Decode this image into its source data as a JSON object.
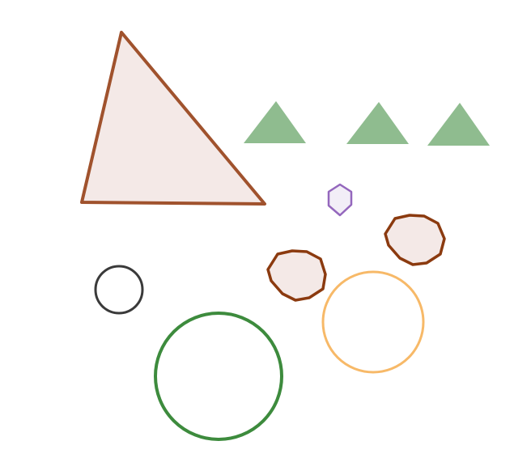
{
  "colors": {
    "background": "#ffffff",
    "triangle_fill": "#f4e9e7",
    "triangle_stroke": "#a0522d",
    "small_triangle_fill": "#8fbc8f",
    "hexagon_fill": "#f2eef7",
    "hexagon_stroke": "#9467bd",
    "octagon_fill": "#f4e9e7",
    "octagon_stroke": "#8b3a0f",
    "gray_circle_stroke": "#3a3a3a",
    "orange_circle_stroke": "#f7b968",
    "green_circle_stroke": "#3d8b3d"
  },
  "shapes": [
    {
      "name": "large-triangle",
      "kind": "triangle",
      "style": "outlined-filled",
      "color": "sienna"
    },
    {
      "name": "small-triangle-1",
      "kind": "triangle",
      "style": "solid",
      "color": "sea-green"
    },
    {
      "name": "small-triangle-2",
      "kind": "triangle",
      "style": "solid",
      "color": "sea-green"
    },
    {
      "name": "small-triangle-3",
      "kind": "triangle",
      "style": "solid",
      "color": "sea-green"
    },
    {
      "name": "hexagon",
      "kind": "hexagon",
      "style": "outlined-filled",
      "color": "purple"
    },
    {
      "name": "octagon-1",
      "kind": "octagon",
      "style": "outlined-filled",
      "color": "brown"
    },
    {
      "name": "octagon-2",
      "kind": "octagon",
      "style": "outlined-filled",
      "color": "brown"
    },
    {
      "name": "gray-circle",
      "kind": "circle",
      "style": "outlined",
      "color": "dark-gray"
    },
    {
      "name": "orange-circle",
      "kind": "circle",
      "style": "outlined",
      "color": "orange"
    },
    {
      "name": "green-circle",
      "kind": "circle",
      "style": "outlined",
      "color": "green"
    }
  ]
}
